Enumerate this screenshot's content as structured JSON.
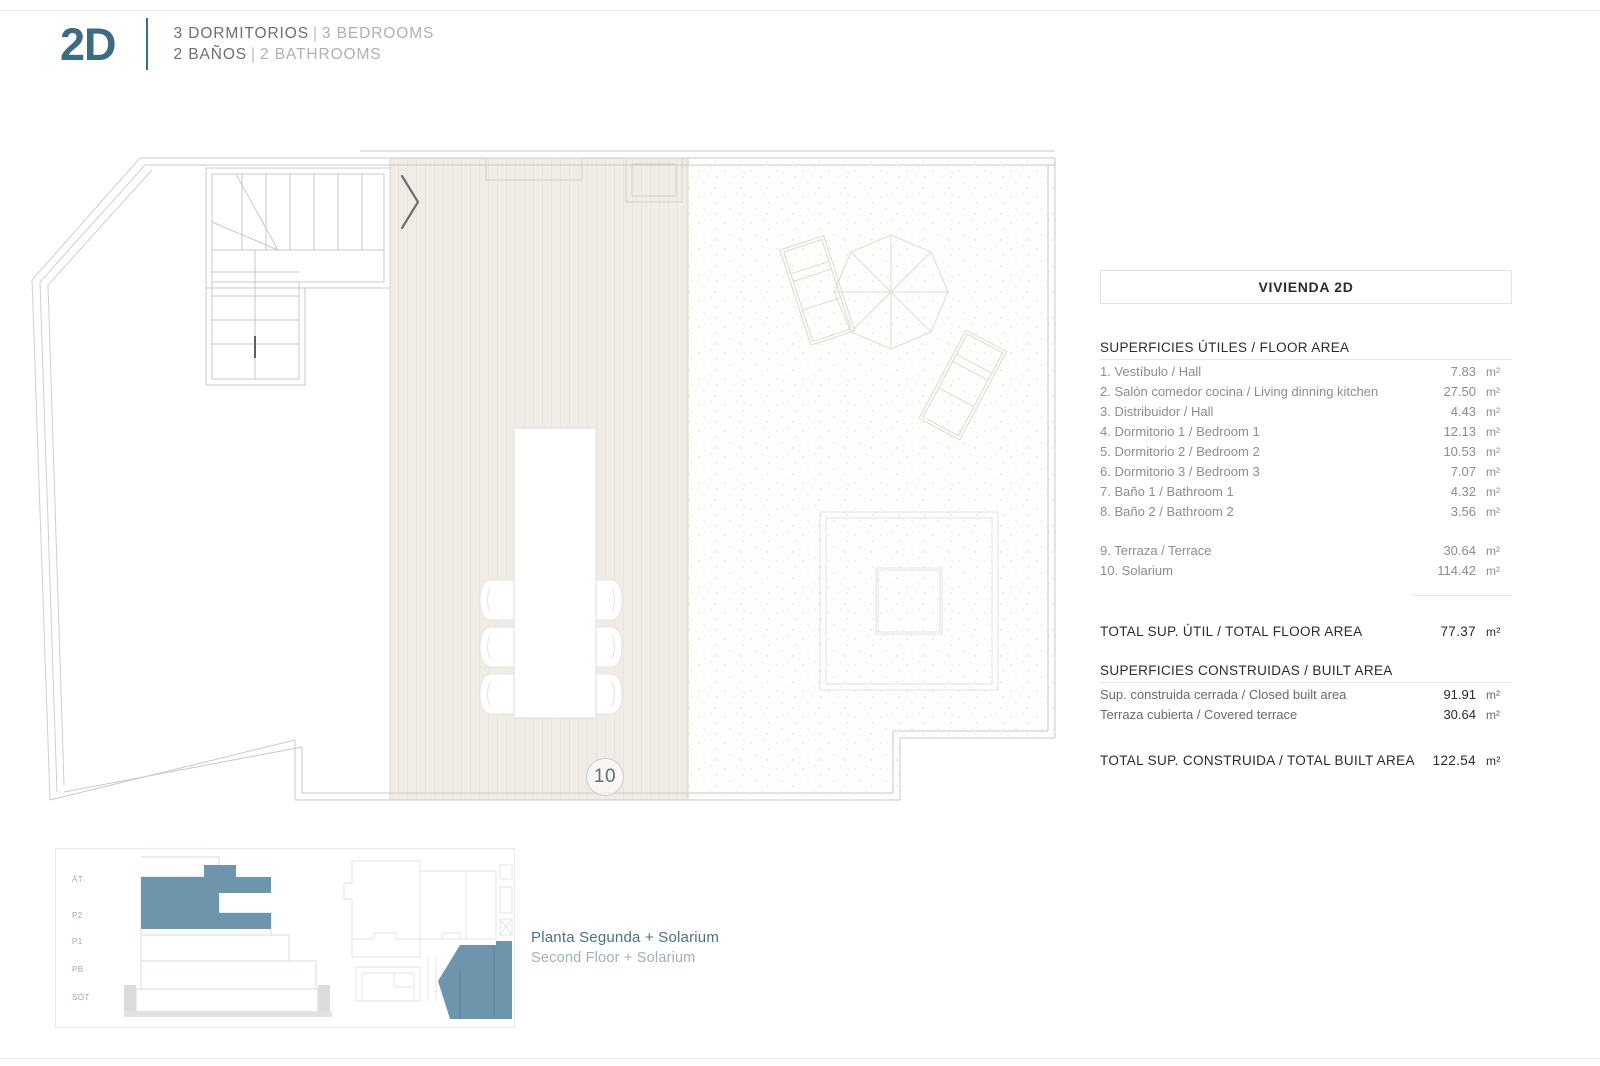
{
  "header": {
    "unit_code": "2D",
    "line1_es": "3 DORMITORIOS",
    "line1_en": "3 BEDROOMS",
    "line2_es": "2 BAÑOS",
    "line2_en": "2 BATHROOMS",
    "separator": "|"
  },
  "plan": {
    "room_marker": "10"
  },
  "spec": {
    "title": "VIVIENDA 2D",
    "floor_area_heading": "SUPERFICIES ÚTILES / FLOOR AREA",
    "built_area_heading": "SUPERFICIES CONSTRUIDAS / BUILT AREA",
    "unit": "m²",
    "rooms": [
      {
        "label": "1. Vestíbulo / Hall",
        "value": "7.83",
        "unit": "m²"
      },
      {
        "label": "2. Salón comedor cocina / Living dinning kitchen",
        "value": "27.50",
        "unit": "m²"
      },
      {
        "label": "3. Distribuidor / Hall",
        "value": "4.43",
        "unit": "m²"
      },
      {
        "label": "4. Dormitorio 1 / Bedroom 1",
        "value": "12.13",
        "unit": "m²"
      },
      {
        "label": "5. Dormitorio 2 / Bedroom 2",
        "value": "10.53",
        "unit": "m²"
      },
      {
        "label": "6. Dormitorio 3 / Bedroom 3",
        "value": "7.07",
        "unit": "m²"
      },
      {
        "label": "7. Baño 1 / Bathroom 1",
        "value": "4.32",
        "unit": "m²"
      },
      {
        "label": "8. Baño 2 / Bathroom 2",
        "value": "3.56",
        "unit": "m²"
      }
    ],
    "outdoor": [
      {
        "label": "9. Terraza / Terrace",
        "value": "30.64",
        "unit": "m²"
      },
      {
        "label": "10. Solarium",
        "value": "114.42",
        "unit": "m²"
      }
    ],
    "total_floor": {
      "label": "TOTAL SUP. ÚTIL / TOTAL FLOOR AREA",
      "value": "77.37",
      "unit": "m²"
    },
    "built": [
      {
        "label": "Sup. construida cerrada / Closed built area",
        "value": "91.91",
        "unit": "m²"
      },
      {
        "label": "Terraza cubierta / Covered terrace",
        "value": "30.64",
        "unit": "m²"
      }
    ],
    "total_built": {
      "label": "TOTAL SUP. CONSTRUIDA /  TOTAL BUILT AREA",
      "value": "122.54",
      "unit": "m²"
    }
  },
  "keyplan": {
    "floor_labels": [
      "ÁT.",
      "P2",
      "P1",
      "PB",
      "SÓT"
    ],
    "highlight_color": "#6e95ab"
  },
  "caption": {
    "es": "Planta Segunda + Solarium",
    "en": "Second Floor + Solarium"
  }
}
